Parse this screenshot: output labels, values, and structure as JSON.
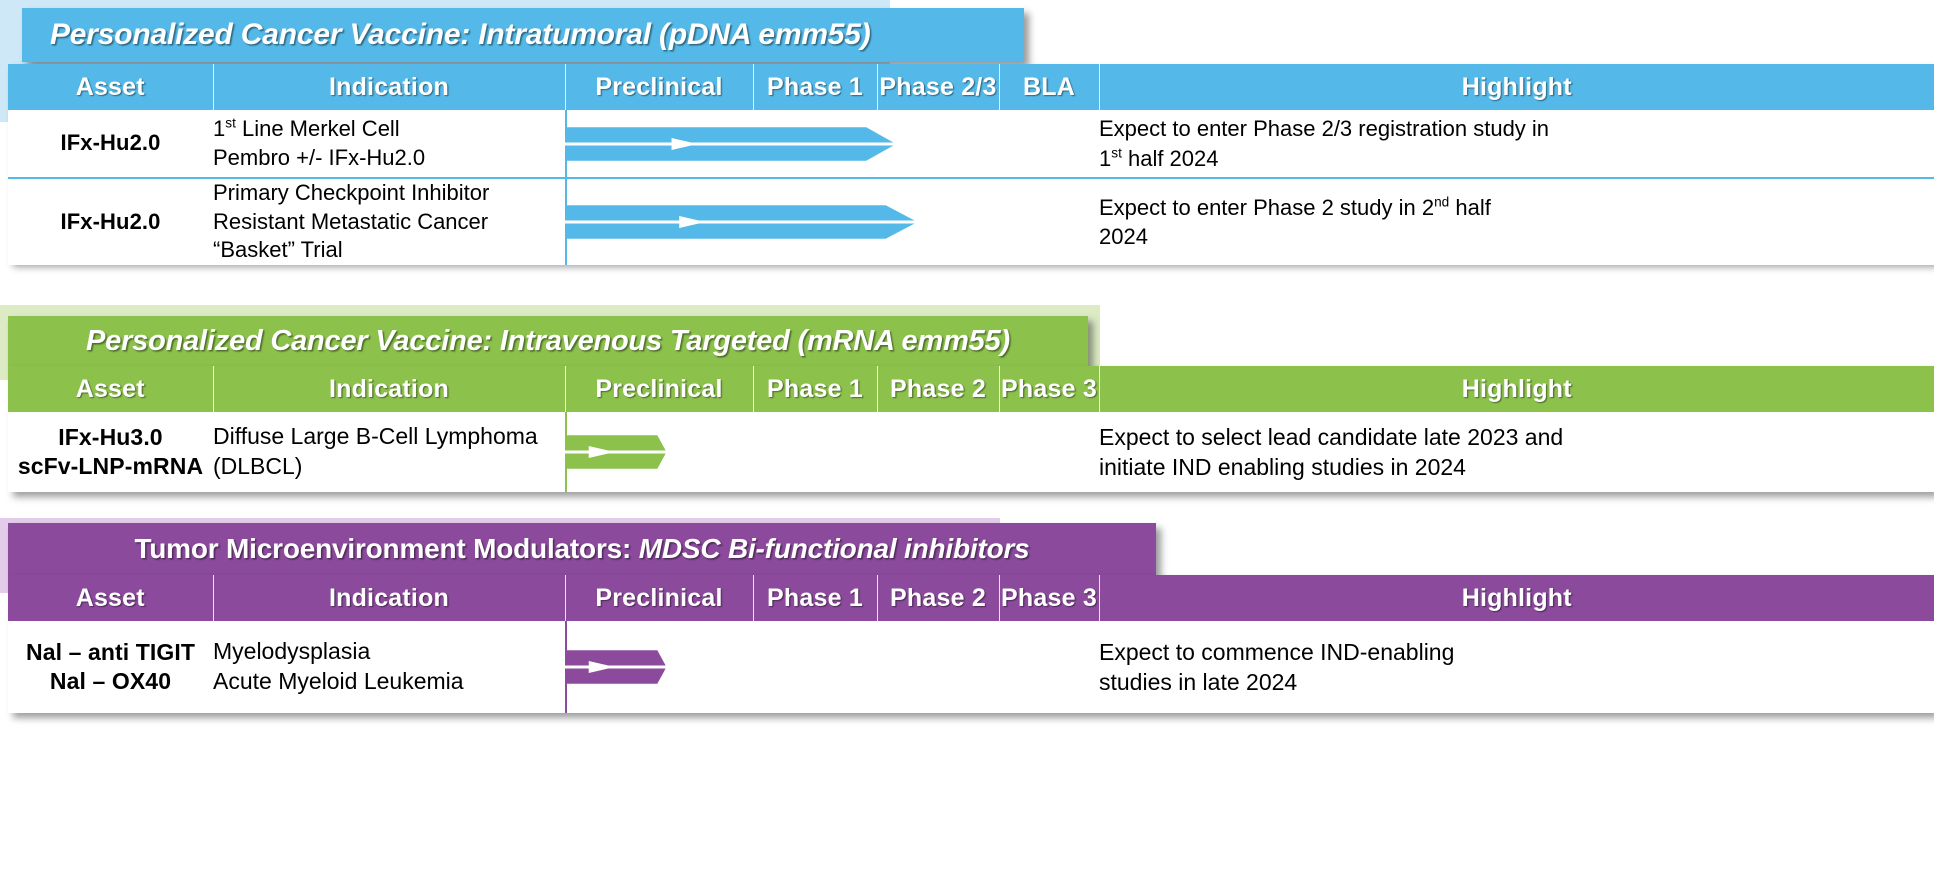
{
  "meta": {
    "columns_5": [
      "Asset",
      "Indication",
      "Preclinical",
      "Phase 1",
      "Phase 2/3",
      "BLA",
      "Highlight"
    ],
    "columns_4": [
      "Asset",
      "Indication",
      "Preclinical",
      "Phase 1",
      "Phase 2",
      "Phase 3",
      "Highlight"
    ]
  },
  "sections": [
    {
      "id": "blue",
      "color": "#54b9e8",
      "backdrop": "#cfe8f7",
      "title_plain": "",
      "title_italic": "Personalized Cancer Vaccine: Intratumoral (pDNA emm55)",
      "headers": [
        "Asset",
        "Indication",
        "Preclinical",
        "Phase 1",
        "Phase 2/3",
        "BLA",
        "Highlight"
      ],
      "rows": [
        {
          "asset": "IFx-Hu2.0",
          "indication": [
            "1st Line Merkel Cell",
            "Pembro +/- IFx-Hu2.0"
          ],
          "highlight": [
            "Expect to enter Phase 2/3 registration study in",
            "1st half 2024"
          ],
          "arrow_end_pct": 62
        },
        {
          "asset": "IFx-Hu2.0",
          "indication": [
            "Primary Checkpoint Inhibitor",
            "Resistant Metastatic Cancer",
            "“Basket” Trial"
          ],
          "highlight": [
            "Expect to enter Phase 2 study in 2nd half",
            "2024"
          ],
          "arrow_end_pct": 66
        }
      ]
    },
    {
      "id": "green",
      "color": "#8cc14c",
      "backdrop": "#dcebc4",
      "title_plain": "",
      "title_italic": "Personalized Cancer Vaccine: Intravenous Targeted (mRNA emm55)",
      "headers": [
        "Asset",
        "Indication",
        "Preclinical",
        "Phase 1",
        "Phase 2",
        "Phase 3",
        "Highlight"
      ],
      "rows": [
        {
          "asset": "IFx-Hu3.0\nscFv-LNP-mRNA",
          "indication": [
            "Diffuse Large B-Cell Lymphoma",
            "(DLBCL)"
          ],
          "highlight": [
            "Expect to select lead candidate late 2023 and",
            "initiate IND enabling studies in 2024"
          ],
          "arrow_end_pct": 19
        }
      ]
    },
    {
      "id": "purple",
      "color": "#8b4a9c",
      "backdrop": "#e3cce9",
      "title_plain": "Tumor Microenvironment Modulators: ",
      "title_italic": "MDSC Bi-functional inhibitors",
      "headers": [
        "Asset",
        "Indication",
        "Preclinical",
        "Phase 1",
        "Phase 2",
        "Phase 3",
        "Highlight"
      ],
      "rows": [
        {
          "asset": "Nal – anti TIGIT\nNal – OX40",
          "indication": [
            "Myelodysplasia",
            "Acute Myeloid Leukemia"
          ],
          "highlight": [
            "Expect to commence IND-enabling",
            "studies in late 2024"
          ],
          "arrow_end_pct": 19
        }
      ]
    }
  ]
}
